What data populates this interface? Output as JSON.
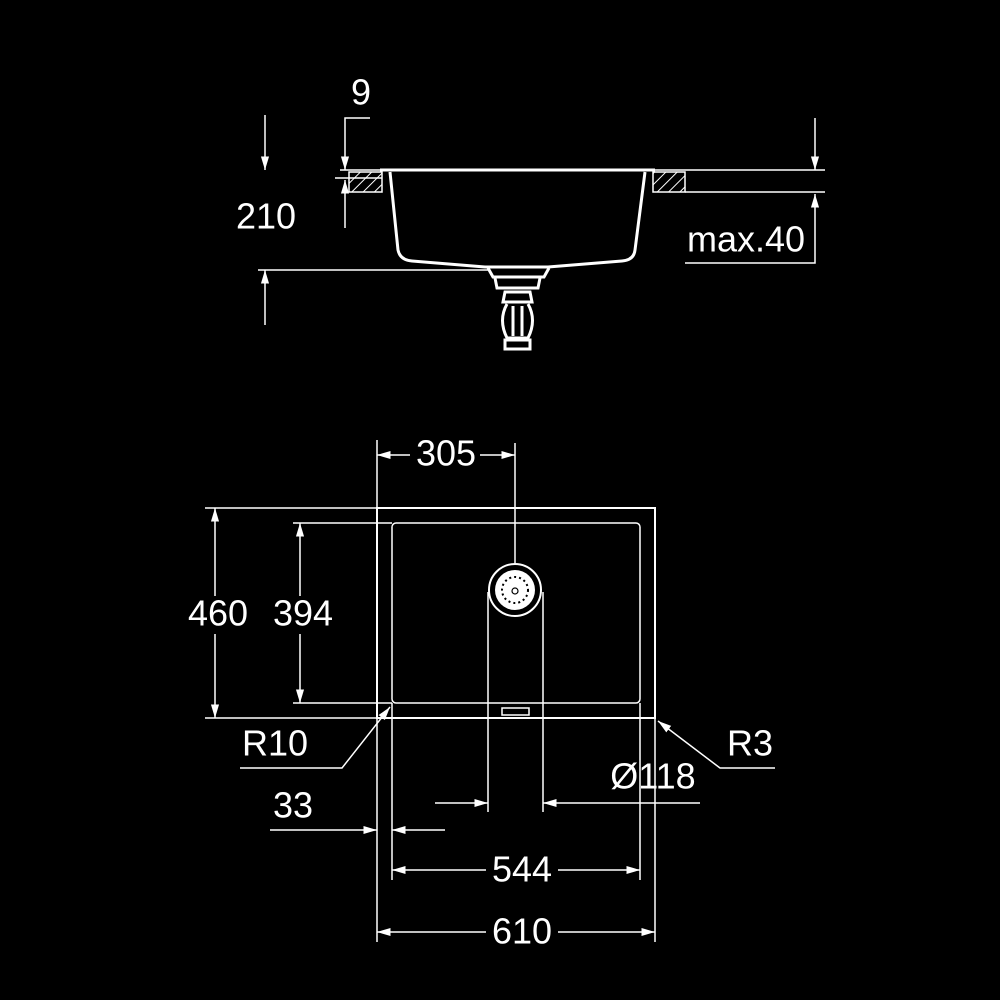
{
  "side_view": {
    "dim_height": "210",
    "dim_rim": "9",
    "dim_worktop": "max.40"
  },
  "top_view": {
    "dim_drain_center": "305",
    "dim_outer_depth": "460",
    "dim_inner_depth": "394",
    "radius_inner": "R10",
    "radius_outer": "R3",
    "dim_drain_diameter": "Ø118",
    "dim_edge": "33",
    "dim_inner_width": "544",
    "dim_outer_width": "610"
  },
  "colors": {
    "background": "#000000",
    "lines": "#ffffff"
  }
}
